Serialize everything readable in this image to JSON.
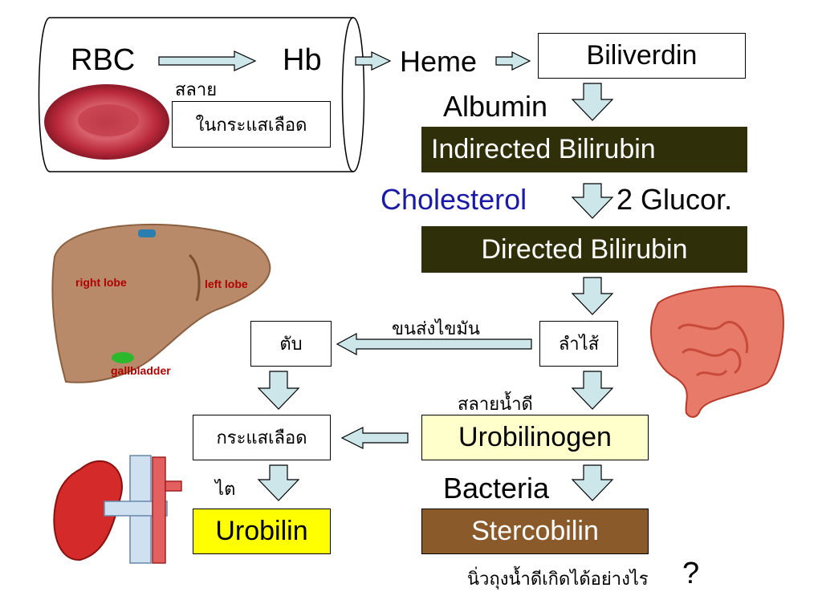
{
  "top_group": {
    "rbc": "RBC",
    "hb": "Hb",
    "lyse": "สลาย",
    "in_blood": "ในกระแสเลือด"
  },
  "right_column": {
    "heme": "Heme",
    "biliverdin": "Biliverdin",
    "albumin": "Albumin",
    "indirect": "Indirected Bilirubin",
    "cholesterol": "Cholesterol",
    "glucor": "2 Glucor.",
    "direct": "Directed Bilirubin",
    "intestine": "ลำไส้",
    "bile_lyse": "สลายน้ำดี",
    "urobilinogen": "Urobilinogen",
    "bacteria": "Bacteria",
    "stercobilin": "Stercobilin",
    "question": "นิ่วถุงน้ำดีเกิดได้อย่างไร",
    "question_mark": "?"
  },
  "left_column": {
    "fat_transport": "ขนส่งไขมัน",
    "liver": "ตับ",
    "blood": "กระแสเลือด",
    "kidney": "ไต",
    "urobilin": "Urobilin"
  },
  "liver_image": {
    "right_lobe": "right lobe",
    "left_lobe": "left lobe",
    "gallbladder": "gallbladder"
  },
  "colors": {
    "arrow_fill": "#cce6ea",
    "dark_box": "#2f2f0a",
    "cream_box": "#ffffcc",
    "yellow_box": "#ffff00",
    "brown_box": "#8b5a2b",
    "cholesterol_blue": "#1a1aa6",
    "liver_color": "#b88a6a",
    "rbc_color": "#c83a4a"
  }
}
